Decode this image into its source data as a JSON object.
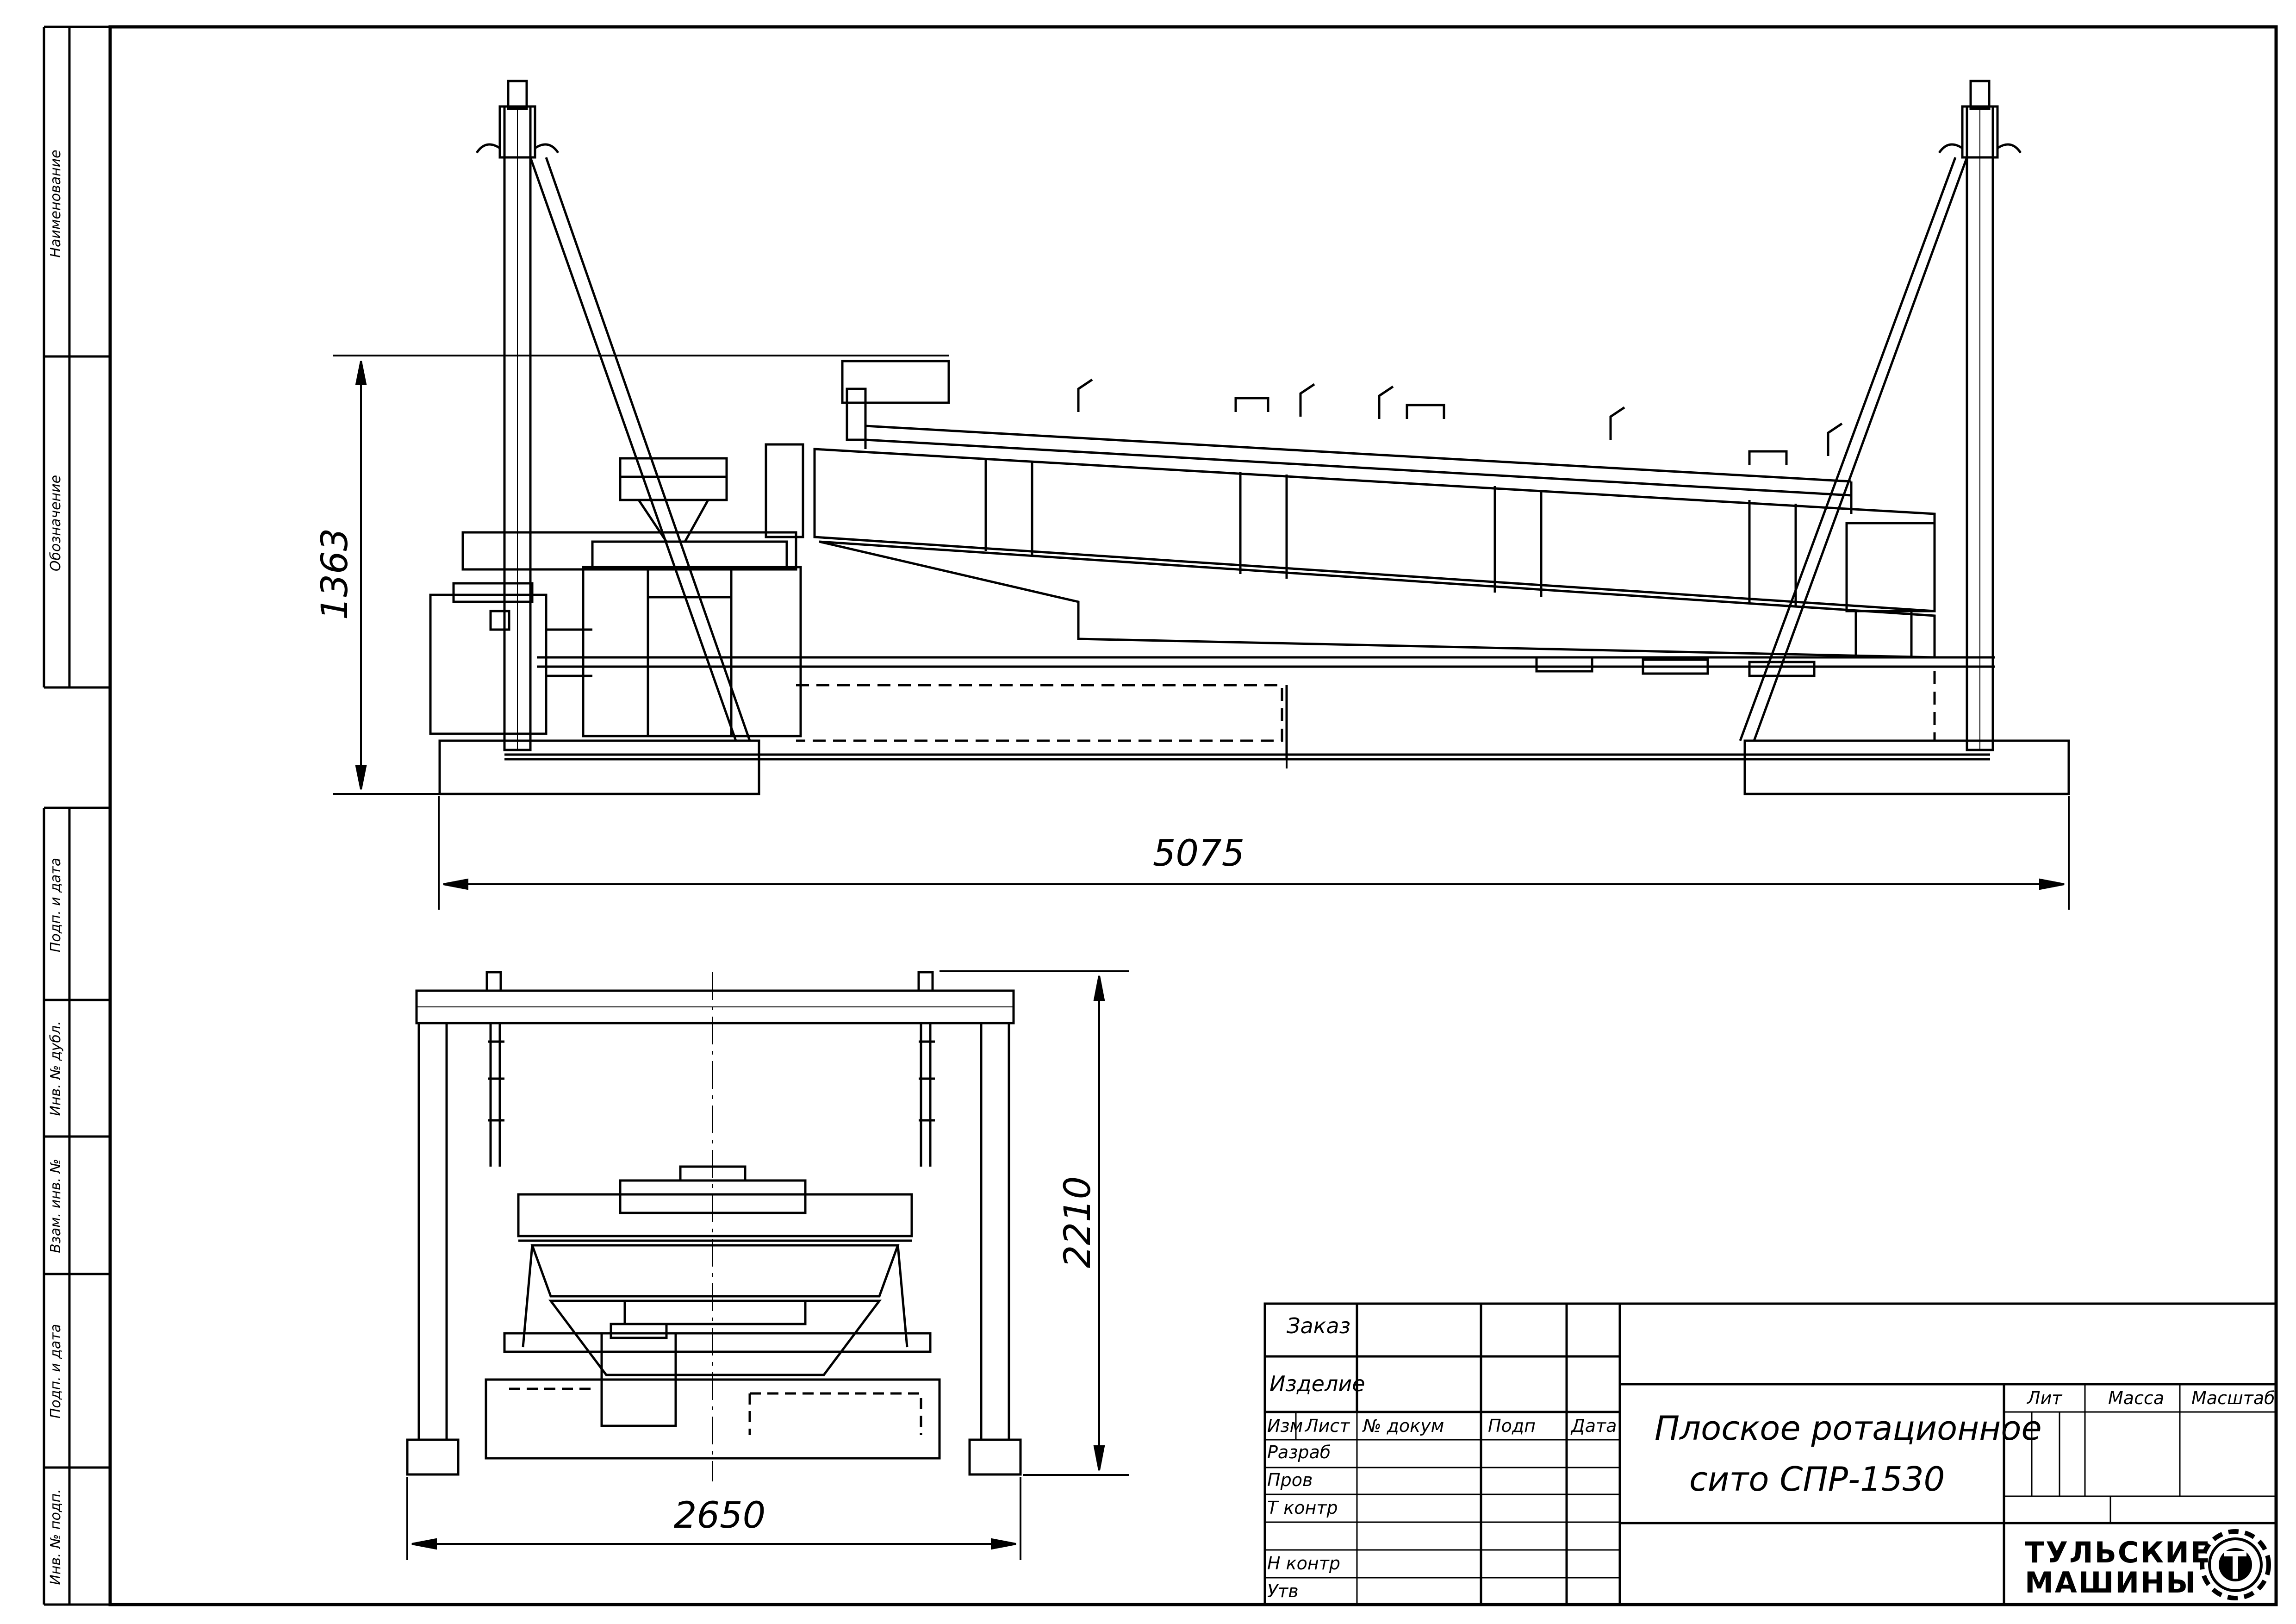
{
  "side_stamp": {
    "labels": [
      "Наименование",
      "Обозначение",
      "Подп. и дата",
      "Инв. № дубл.",
      "Взам. инв. №",
      "Подп. и дата",
      "Инв. № подп."
    ]
  },
  "dimensions": {
    "height_side": "1363",
    "length_side": "5075",
    "height_front": "2210",
    "width_front": "2650"
  },
  "title_block": {
    "order_label": "Заказ",
    "product_label": "Изделие",
    "columns": {
      "change": "Изм",
      "sheet": "Лист",
      "doc_no": "№ докум",
      "sign": "Подп",
      "date": "Дата"
    },
    "roles": {
      "developed": "Разраб",
      "checked": "Пров",
      "tech_control": "Т контр",
      "norm_control": "Н контр",
      "approved": "Утв"
    },
    "title_line1": "Плоское ротационное",
    "title_line2": "сито СПР-1530",
    "lit_label": "Лит",
    "mass_label": "Масса",
    "scale_label": "Масштаб",
    "company_line1": "ТУЛЬСКИЕ",
    "company_line2": "МАШИНЫ"
  },
  "colors": {
    "ink": "#000000",
    "paper": "#ffffff"
  }
}
